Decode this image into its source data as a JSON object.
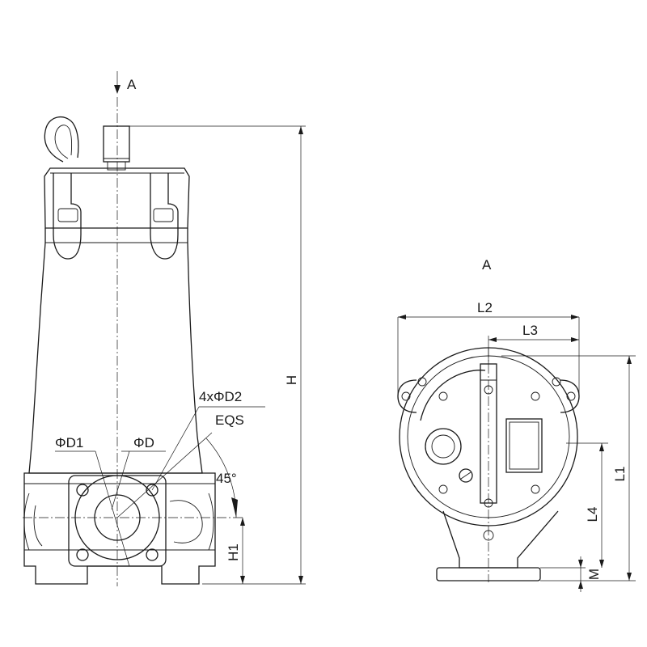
{
  "colors": {
    "line": "#1a1a1a",
    "background": "#ffffff"
  },
  "front_view": {
    "section_arrow_label": "A",
    "height_label": "H",
    "outlet_height_label": "H1",
    "outer_diameter_label": "ΦD1",
    "inner_diameter_label": "ΦD",
    "bolt_holes_label": "4xΦD2",
    "bolt_spacing_label": "EQS",
    "angle_label": "45°"
  },
  "side_view": {
    "view_title": "A",
    "width_label": "L2",
    "half_width_label": "L3",
    "total_height_label": "L1",
    "axis_height_label": "L4",
    "base_height_label": "M"
  }
}
